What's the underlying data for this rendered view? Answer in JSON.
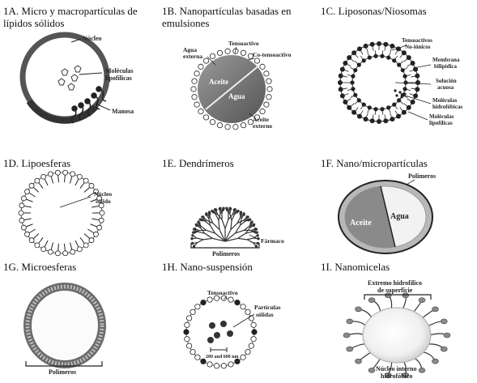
{
  "panels": {
    "p1a": {
      "title": "1A. Micro y macropartículas de lípidos sólidos",
      "labels": {
        "nucleo": "Núcleo",
        "moleculas": "Moléculas",
        "lipofilicas": "lipofílicas",
        "manosa": "Manosa"
      }
    },
    "p1b": {
      "title": "1B. Nanopartículas basadas en emulsiones",
      "labels": {
        "agua_externa_1": "Agua",
        "agua_externa_2": "externa",
        "tensoactivo": "Tensoactivo",
        "co_tensoactivo": "Co-tensoactivo",
        "aceite": "Aceite",
        "agua": "Agua",
        "aceite_externo_1": "Aceite",
        "aceite_externo_2": "externo"
      }
    },
    "p1c": {
      "title": "1C. Liposonas/Niosomas",
      "labels": {
        "tensoactivos": "Tensoactivos",
        "no_ionicos": "No-iónicos",
        "membrana": "Membrana",
        "bilipidica": "bilipídica",
        "solucion": "Solución",
        "acuosa": "acuosa",
        "moleculas_h": "Moléculas",
        "hidrofobicas": "hidrofóbicas",
        "moleculas_l": "Moléculas",
        "lipofilicas": "lipofílicas"
      }
    },
    "p1d": {
      "title": "1D. Lipoesferas",
      "labels": {
        "nucleo": "Núcleo",
        "solido": "sólido"
      }
    },
    "p1e": {
      "title": "1E.   Dendrímeros",
      "labels": {
        "polimeros": "Polímeros",
        "farmaco": "Fármaco"
      }
    },
    "p1f": {
      "title": "1F. Nano/micropartículas",
      "labels": {
        "polimeros": "Polímeros",
        "aceite": "Aceite",
        "agua": "Agua"
      }
    },
    "p1g": {
      "title": "1G. Microesferas",
      "labels": {
        "polimeros": "Polímeros"
      }
    },
    "p1h": {
      "title": "1H.  Nano-suspensión",
      "labels": {
        "tensoactivo": "Tensoactivo",
        "particulas": "Partículas",
        "solidas": "sólidas",
        "size": "200 and 600 nm"
      }
    },
    "p1i": {
      "title": "1I. Nanomicelas",
      "labels": {
        "extremo_1": "Extremo hidrofílico",
        "extremo_2": "de superficie",
        "nucleo_1": "Núcleo interno",
        "nucleo_2": "hidrofóbico"
      }
    }
  }
}
